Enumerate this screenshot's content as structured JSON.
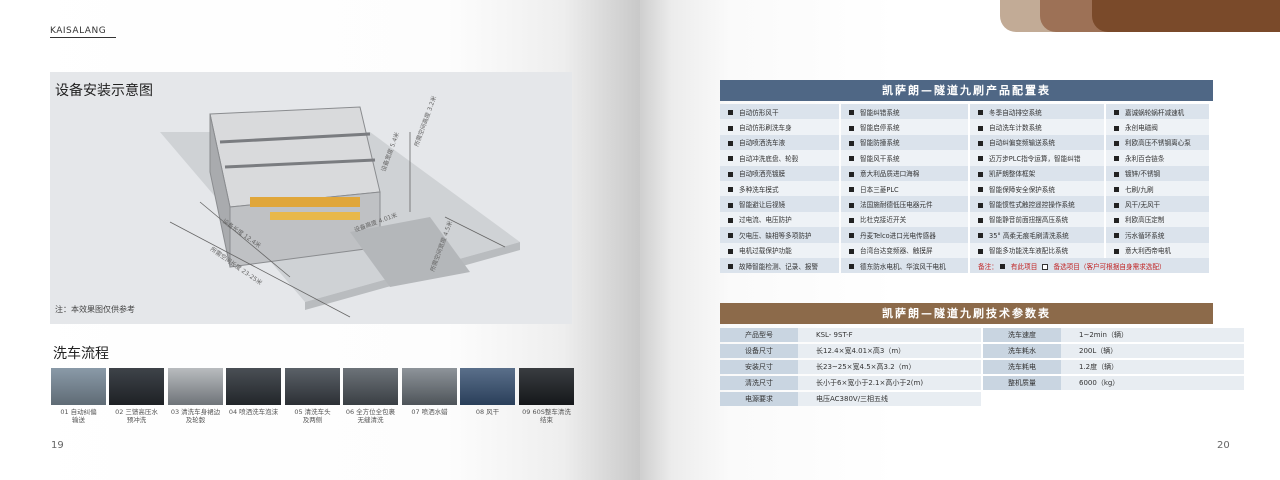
{
  "left_page": {
    "brand": "KAISALANG",
    "page_number": "19",
    "diagram": {
      "title": "设备安装示意图",
      "note": "注：本效果图仅供参考",
      "dimension_labels": [
        "设备宽度 5.4米",
        "所需空间高度 3.2米",
        "设备长度 12.4米",
        "所需空间长度 23-25米",
        "所需空间宽度 4.5米",
        "设备高度 4.01米"
      ]
    },
    "flow": {
      "title": "洗车流程",
      "steps": [
        {
          "label_1": "01 自动纠偏",
          "label_2": "输送"
        },
        {
          "label_1": "02 三馈高压水",
          "label_2": "预冲洗"
        },
        {
          "label_1": "03 清洗车身裙边",
          "label_2": "及轮毂"
        },
        {
          "label_1": "04 喷洒洗车泡沫",
          "label_2": ""
        },
        {
          "label_1": "05 清洗车头",
          "label_2": "及两侧"
        },
        {
          "label_1": "06 全方位全包裹",
          "label_2": "无缝清洗"
        },
        {
          "label_1": "07 喷洒水蜡",
          "label_2": ""
        },
        {
          "label_1": "08 风干",
          "label_2": ""
        },
        {
          "label_1": "09 60S整车清洗",
          "label_2": "结束"
        }
      ]
    }
  },
  "right_page": {
    "page_number": "20",
    "tab_colors": [
      "#c2ab96",
      "#9d7156",
      "#7a4a2a"
    ],
    "config": {
      "title": "凯萨朗—隧道九刷产品配置表",
      "header_color": "#4f6785",
      "rows": [
        [
          "自动仿形风干",
          "智能纠错系统",
          "冬季自动排空系统",
          "嘉诚蜗轮蜗杆减速机"
        ],
        [
          "自动仿形刷洗车身",
          "智能启停系统",
          "自动洗车计数系统",
          "永创电磁阀"
        ],
        [
          "自动喷洒洗车液",
          "智能防撞系统",
          "自动纠偏变频输送系统",
          "利欧高压不锈钢离心泵"
        ],
        [
          "自动冲洗底盘、轮毂",
          "智能风干系统",
          "迈万步PLC指令运算，智能纠错",
          "永利百合链条"
        ],
        [
          "自动喷洒亮镀膜",
          "意大利品质进口海棉",
          "凯萨朗整体框架",
          "镀锌/不锈钢"
        ],
        [
          "多种洗车模式",
          "日本三菱PLC",
          "智能保障安全保护系统",
          "七刷/九刷"
        ],
        [
          "智能避让后视镜",
          "法国施耐德低压电器元件",
          "智能惯性式触控遥控操作系统",
          "风干/无风干"
        ],
        [
          "过电流、电压防护",
          "比杜克接近开关",
          "智能静音前面扭摆高压系统",
          "利欧高压定制"
        ],
        [
          "欠电压、缺相等多项防护",
          "丹麦Telco进口光电传感器",
          "35° 高柔无痕毛刷清洗系统",
          "污水循环系统"
        ],
        [
          "电机过载保护功能",
          "台湾台达变频器、触摸屏",
          "智能多功能洗车液配比系统",
          "意大利西帝电机"
        ],
        [
          "故障智能检测、记录、报警",
          "德东防水电机、华滨风干电机",
          "",
          ""
        ]
      ],
      "legend": {
        "prefix": "备注：",
        "standard": "有此项目",
        "optional": "备选项目（客户可根据自身需求选配）"
      }
    },
    "specs": {
      "title": "凯萨朗—隧道九刷技术参数表",
      "header_color": "#8c6a4a",
      "rows": [
        {
          "label": "产品型号",
          "value": "KSL- 9ST-F",
          "label2": "洗车速度",
          "value2": "1~2min（辆）"
        },
        {
          "label": "设备尺寸",
          "value": "长12.4×宽4.01×高3（m）",
          "label2": "洗车耗水",
          "value2": "200L（辆）"
        },
        {
          "label": "安装尺寸",
          "value": "长23~25×宽4.5×高3.2（m）",
          "label2": "洗车耗电",
          "value2": "1.2度（辆）"
        },
        {
          "label": "清洗尺寸",
          "value": "长小于6×宽小于2.1×高小于2(m)",
          "label2": "整机质量",
          "value2": "6000（kg）"
        },
        {
          "label": "电源要求",
          "value": "电压AC380V/三相五线",
          "label2": "",
          "value2": ""
        }
      ]
    }
  }
}
